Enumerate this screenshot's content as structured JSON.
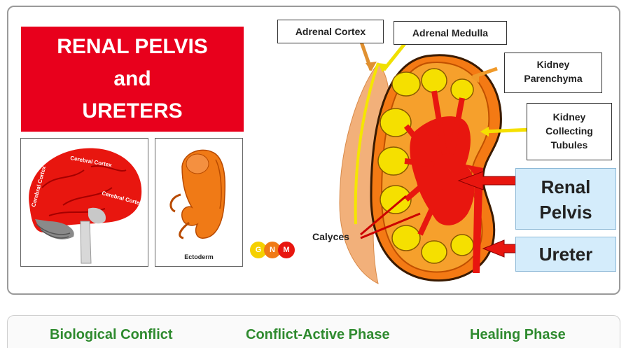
{
  "title": {
    "line1": "RENAL PELVIS",
    "line2": "and",
    "line3": "URETERS"
  },
  "brain_labels": {
    "cortex_a": "Cerebral Cortex",
    "cortex_b": "Cerebral Cortex",
    "cortex_c": "Cerebral Cortex"
  },
  "embryo_label": "Ectoderm",
  "gnm": {
    "g": "G",
    "n": "N",
    "m": "M"
  },
  "labels": {
    "adrenal_cortex": "Adrenal Cortex",
    "adrenal_medulla": "Adrenal Medulla",
    "kidney_parenchyma_1": "Kidney",
    "kidney_parenchyma_2": "Parenchyma",
    "collecting_1": "Kidney",
    "collecting_2": "Collecting",
    "collecting_3": "Tubules",
    "renal_pelvis_1": "Renal",
    "renal_pelvis_2": "Pelvis",
    "ureter": "Ureter",
    "calyces": "Calyces"
  },
  "tabs": [
    "Biological Conflict",
    "Conflict-Active Phase",
    "Healing Phase"
  ],
  "colors": {
    "title_bg": "#e8001c",
    "tab_text": "#2e8a2e",
    "label_blue": "#d4ecfb"
  }
}
